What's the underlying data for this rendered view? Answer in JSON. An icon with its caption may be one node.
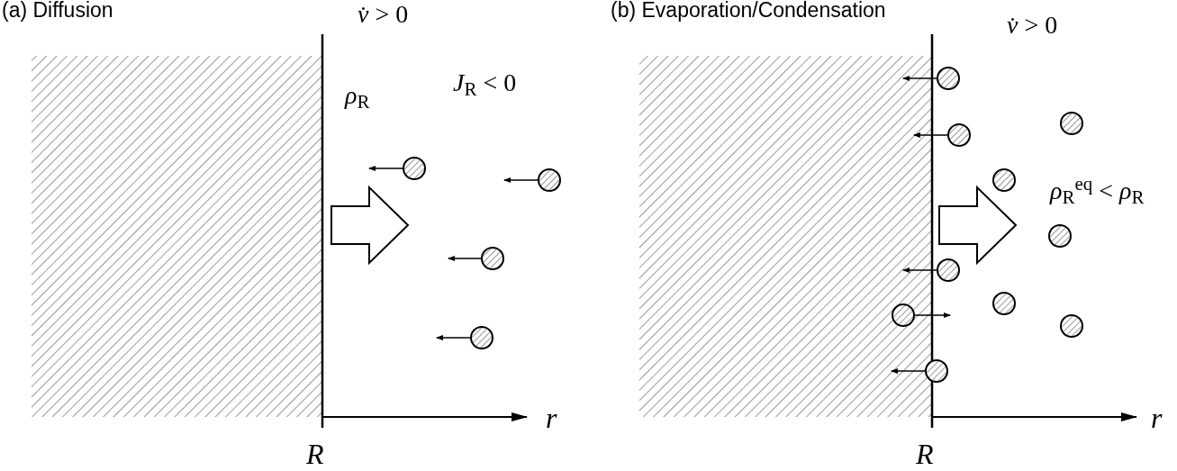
{
  "diagram": {
    "labels": [
      "(a) Diffusion",
      "*v̇* > 0",
      "*ρ*$_{R}$",
      "*J*$_{R}$ < 0",
      "r",
      "R",
      "(b) Evaporation/Condensation",
      "*v̇* > 0",
      "*ρ*$_{R}$$^{eq}$ < *ρ*$_{R}$",
      "r",
      "R"
    ]
  }
}
